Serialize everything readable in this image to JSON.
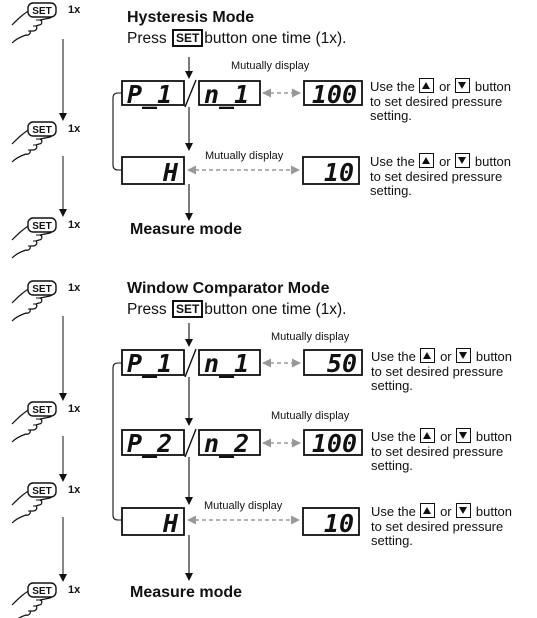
{
  "set_label": "SET",
  "set_count": "1x",
  "press_prefix": "Press",
  "press_suffix": "button one time (1x).",
  "mutual_label": "Mutually display",
  "hint_use": "Use the",
  "hint_or": "or",
  "hint_button": "button",
  "hint_line2": "to set desired pressure",
  "hint_line3": "setting.",
  "measure_label": "Measure mode",
  "hysteresis": {
    "title": "Hysteresis Mode",
    "p1": "P_1",
    "n1": "n_1",
    "value1": "100",
    "h": "H",
    "value_h": "10"
  },
  "window": {
    "title": "Window Comparator Mode",
    "p1": "P_1",
    "n1": "n_1",
    "value1": "50",
    "p2": "P_2",
    "n2": "n_2",
    "value2": "100",
    "h": "H",
    "value_h": "10"
  },
  "icons": [
    "hand-press-icon",
    "set-button-icon",
    "up-triangle-icon",
    "down-triangle-icon"
  ]
}
